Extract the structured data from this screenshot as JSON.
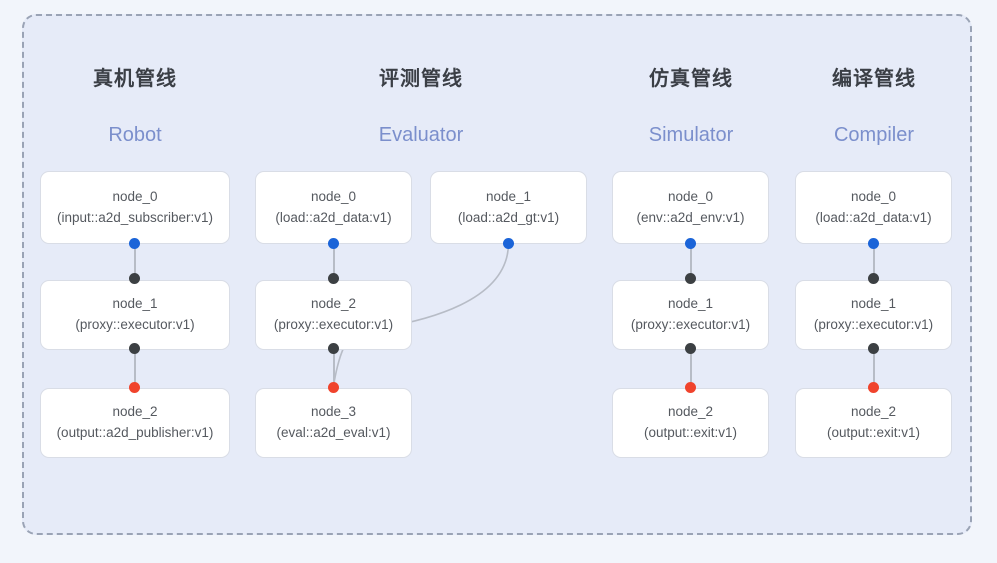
{
  "diagram": {
    "panel_label": "pipeline-overview-panel",
    "colors": {
      "background": "#f2f5fb",
      "panel_fill": "#e6ebf8",
      "panel_border": "#9aa3b5",
      "zh_title": "#3b3f46",
      "en_title": "#7b8fcc",
      "node_fill": "#ffffff",
      "node_border": "#d9dde6",
      "edge": "#b7bcc6",
      "dot_blue": "#1b64d8",
      "dot_dark": "#3c4043",
      "dot_red": "#f0432c"
    },
    "columns": [
      {
        "zh_title": "真机管线",
        "en_title": "Robot",
        "nodes": [
          {
            "id": "node_0",
            "spec": "(input::a2d_subscriber:v1)"
          },
          {
            "id": "node_1",
            "spec": "(proxy::executor:v1)"
          },
          {
            "id": "node_2",
            "spec": "(output::a2d_publisher:v1)"
          }
        ]
      },
      {
        "zh_title": "评测管线",
        "en_title": "Evaluator",
        "nodes": [
          {
            "id": "node_0",
            "spec": "(load::a2d_data:v1)"
          },
          {
            "id": "node_1",
            "spec": "(load::a2d_gt:v1)"
          },
          {
            "id": "node_2",
            "spec": "(proxy::executor:v1)"
          },
          {
            "id": "node_3",
            "spec": "(eval::a2d_eval:v1)"
          }
        ]
      },
      {
        "zh_title": "仿真管线",
        "en_title": "Simulator",
        "nodes": [
          {
            "id": "node_0",
            "spec": "(env::a2d_env:v1)"
          },
          {
            "id": "node_1",
            "spec": "(proxy::executor:v1)"
          },
          {
            "id": "node_2",
            "spec": "(output::exit:v1)"
          }
        ]
      },
      {
        "zh_title": "编译管线",
        "en_title": "Compiler",
        "nodes": [
          {
            "id": "node_0",
            "spec": "(load::a2d_data:v1)"
          },
          {
            "id": "node_1",
            "spec": "(proxy::executor:v1)"
          },
          {
            "id": "node_2",
            "spec": "(output::exit:v1)"
          }
        ]
      }
    ]
  }
}
